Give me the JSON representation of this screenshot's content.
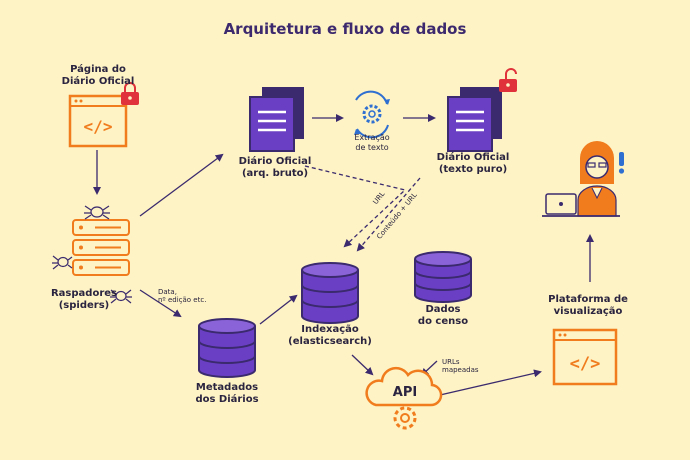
{
  "title": "Arquitetura e fluxo de dados",
  "nodes": {
    "pagina": {
      "line1": "Página do",
      "line2": "Diário Oficial"
    },
    "raspadores": {
      "line1": "Raspadores",
      "line2": "(spiders)"
    },
    "diario_bruto": {
      "line1": "Diário Oficial",
      "line2": "(arq. bruto)"
    },
    "extracao": {
      "line1": "Extração",
      "line2": "de texto"
    },
    "diario_puro": {
      "line1": "Diário Oficial",
      "line2": "(texto puro)"
    },
    "metadados": {
      "line1": "Metadados",
      "line2": "dos Diários"
    },
    "indexacao": {
      "line1": "Indexação",
      "line2": "(elasticsearch)"
    },
    "censo": {
      "line1": "Dados",
      "line2": "do censo"
    },
    "api": {
      "label": "API"
    },
    "plataforma": {
      "line1": "Plataforma de",
      "line2": "visualização"
    }
  },
  "edge_labels": {
    "data": {
      "line1": "Data,",
      "line2": "nº edição etc."
    },
    "url": "URL",
    "conteudo": "Conteúdo + URL",
    "urls_mapeadas": {
      "line1": "URLs",
      "line2": "mapeadas"
    }
  },
  "colors": {
    "purple": "#6a3fc4",
    "purple_dark": "#3b2a6e",
    "orange": "#f07c1e",
    "red": "#e0323a",
    "navy": "#2b2440",
    "blue": "#2f6fd1"
  }
}
